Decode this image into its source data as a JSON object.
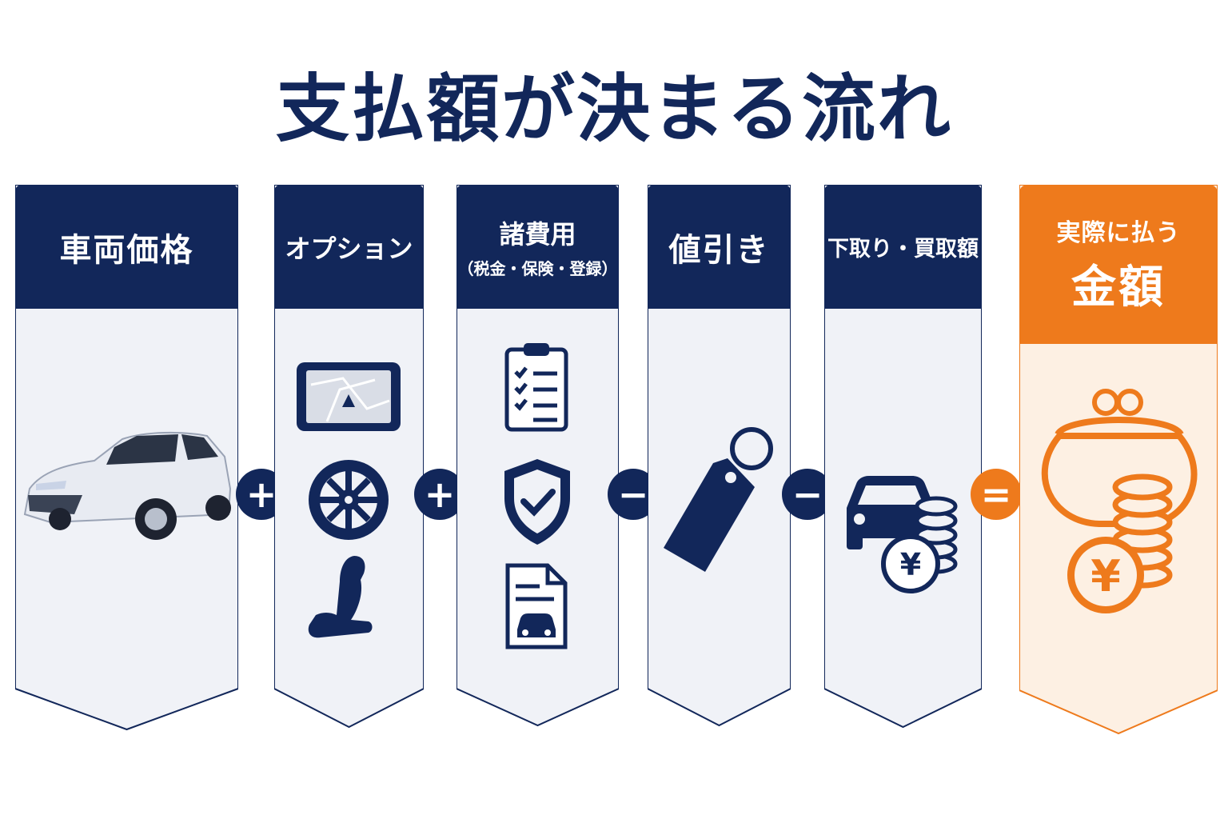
{
  "title": "支払額が決まる流れ",
  "colors": {
    "navy": "#12275a",
    "orange": "#ee7a1c",
    "panel": "#f0f2f7",
    "panel_orange": "#fdf0e3"
  },
  "steps": [
    {
      "label": "車両価格",
      "icon": "car-photo"
    },
    {
      "label": "オプション",
      "icons": [
        "navigation-monitor-icon",
        "wheel-icon",
        "seat-icon"
      ]
    },
    {
      "label": "諸費用",
      "sub": "（税金・保険・登録）",
      "icons": [
        "checklist-icon",
        "shield-check-icon",
        "vehicle-document-icon"
      ]
    },
    {
      "label": "値引き",
      "icon": "price-tag-icon"
    },
    {
      "label": "下取り・買取額",
      "icon": "car-with-yen-coins-icon"
    },
    {
      "label_top": "実際に払う",
      "label_big": "金額",
      "icon": "purse-with-yen-coins-icon"
    }
  ],
  "operators": [
    "+",
    "+",
    "−",
    "−",
    "="
  ],
  "yen_symbol": "¥"
}
